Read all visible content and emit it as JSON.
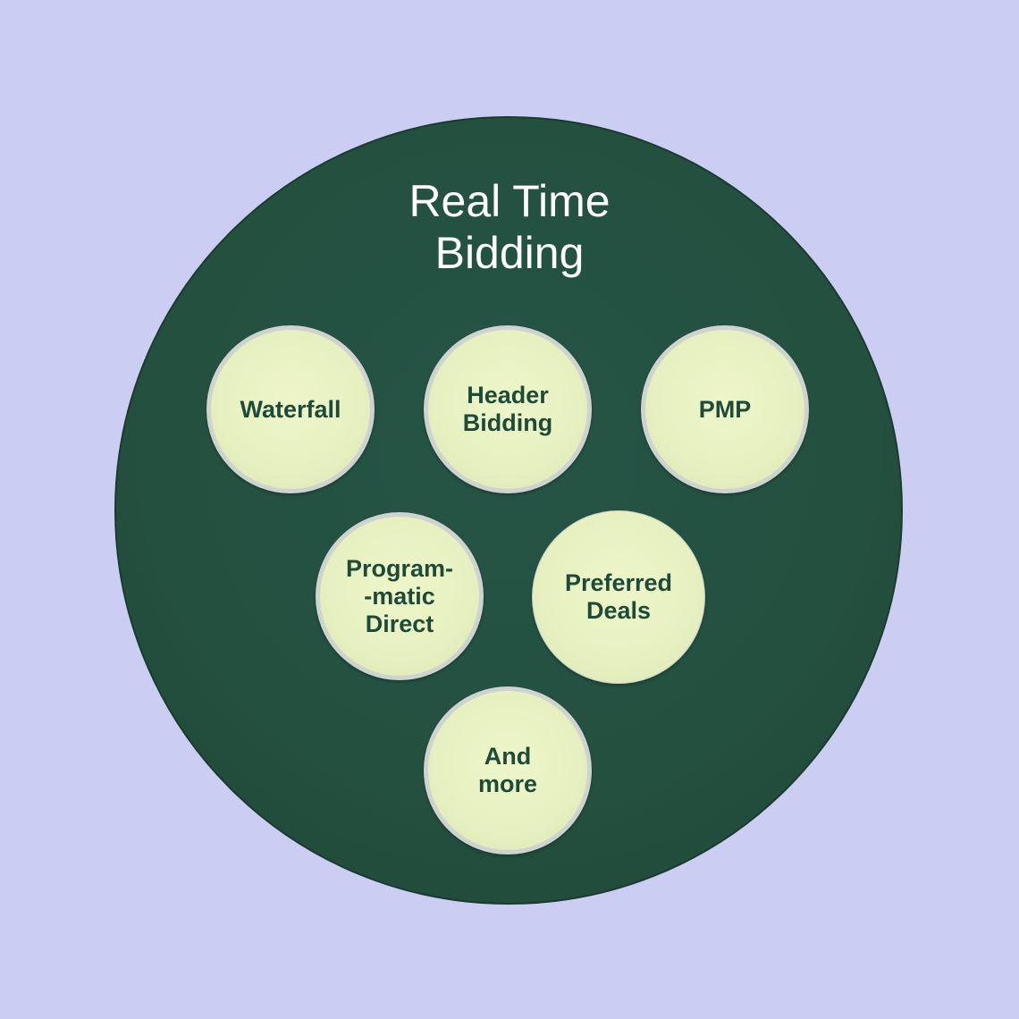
{
  "diagram": {
    "title": "Real Time\nBidding",
    "nodes": [
      {
        "id": "waterfall",
        "label": "Waterfall"
      },
      {
        "id": "header-bidding",
        "label": "Header\nBidding"
      },
      {
        "id": "pmp",
        "label": "PMP"
      },
      {
        "id": "programmatic-direct",
        "label": "Program-\n-matic\nDirect"
      },
      {
        "id": "preferred-deals",
        "label": "Preferred\nDeals"
      },
      {
        "id": "and-more",
        "label": "And\nmore"
      }
    ],
    "colors": {
      "background": "#cbcdf3",
      "outer_circle": "#24503f",
      "node_fill": "#e6f0c0",
      "node_text": "#1f4a3a",
      "title_text": "#ffffff"
    }
  }
}
